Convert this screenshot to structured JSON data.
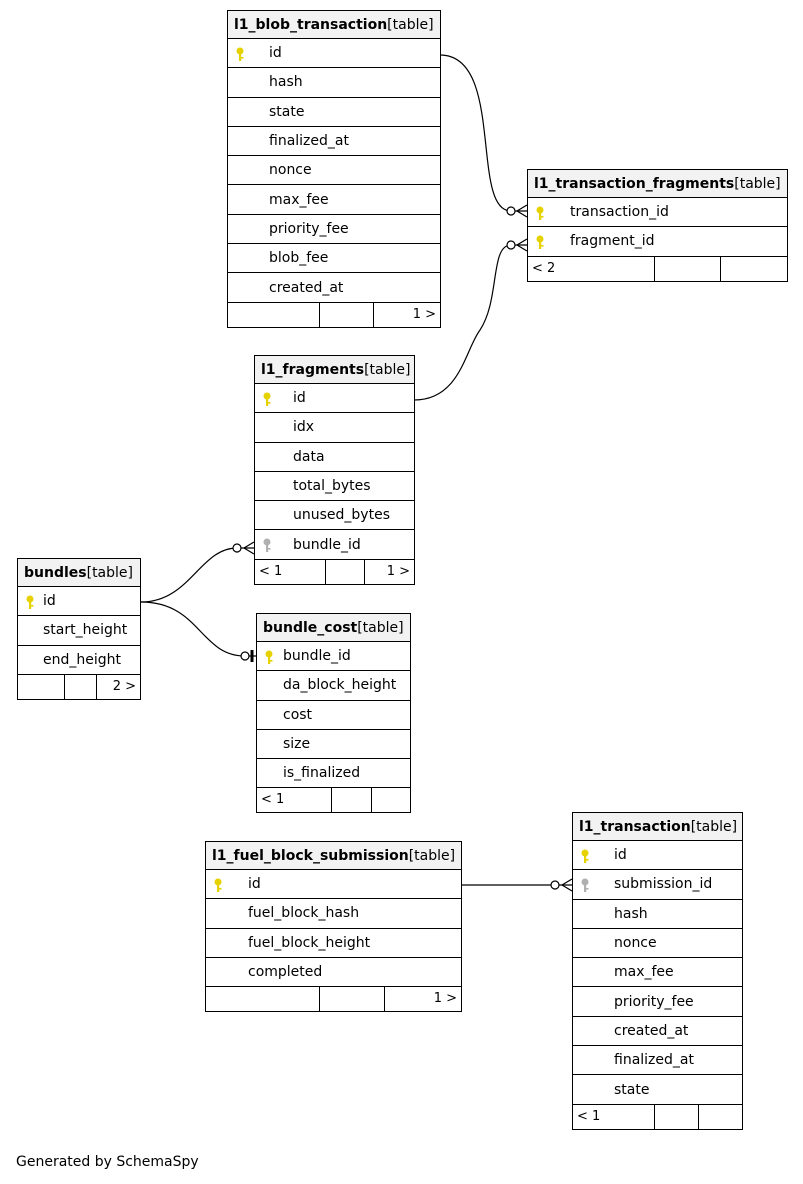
{
  "diagram": {
    "type_label": "[table]",
    "footer_text": "Generated by SchemaSpy",
    "key_colors": {
      "primary": "#e6d200",
      "foreign": "#b0b0b0"
    }
  },
  "tables": {
    "l1_blob_transaction": {
      "name": "l1_blob_transaction",
      "columns": [
        "id",
        "hash",
        "state",
        "finalized_at",
        "nonce",
        "max_fee",
        "priority_fee",
        "blob_fee",
        "created_at"
      ],
      "parents": "",
      "children": "1 >"
    },
    "l1_transaction_fragments": {
      "name": "l1_transaction_fragments",
      "columns": [
        "transaction_id",
        "fragment_id"
      ],
      "parents": "< 2",
      "children": ""
    },
    "l1_fragments": {
      "name": "l1_fragments",
      "columns": [
        "id",
        "idx",
        "data",
        "total_bytes",
        "unused_bytes",
        "bundle_id"
      ],
      "parents": "< 1",
      "children": "1 >"
    },
    "bundles": {
      "name": "bundles",
      "columns": [
        "id",
        "start_height",
        "end_height"
      ],
      "parents": "",
      "children": "2 >"
    },
    "bundle_cost": {
      "name": "bundle_cost",
      "columns": [
        "bundle_id",
        "da_block_height",
        "cost",
        "size",
        "is_finalized"
      ],
      "parents": "< 1",
      "children": ""
    },
    "l1_fuel_block_submission": {
      "name": "l1_fuel_block_submission",
      "columns": [
        "id",
        "fuel_block_hash",
        "fuel_block_height",
        "completed"
      ],
      "parents": "",
      "children": "1 >"
    },
    "l1_transaction": {
      "name": "l1_transaction",
      "columns": [
        "id",
        "submission_id",
        "hash",
        "nonce",
        "max_fee",
        "priority_fee",
        "created_at",
        "finalized_at",
        "state"
      ],
      "parents": "< 1",
      "children": ""
    }
  }
}
